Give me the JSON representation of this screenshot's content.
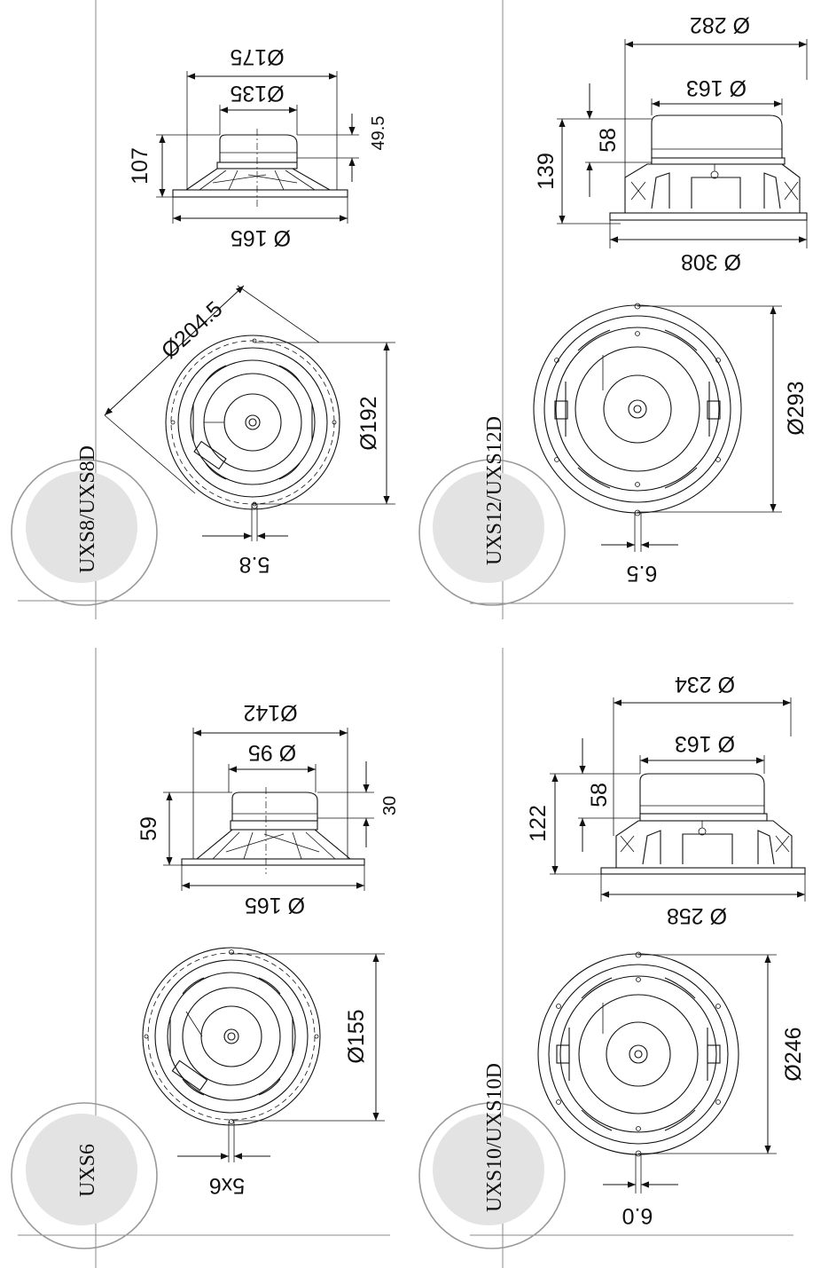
{
  "models": [
    {
      "id": "uxs8",
      "label": "UXS8/UXS8D",
      "dims": {
        "outer": "Ø175",
        "magnet": "Ø135",
        "height": "107",
        "magnet_h": "49.5",
        "bottom": "Ø 165",
        "diag": "Ø204.5",
        "bolt_circle": "Ø192",
        "hole": "5.8"
      }
    },
    {
      "id": "uxs12",
      "label": "UXS12/UXS12D",
      "dims": {
        "outer": "Ø 282",
        "magnet": "Ø 163",
        "height": "139",
        "magnet_h": "58",
        "bottom": "Ø 308",
        "bolt_circle": "Ø293",
        "hole": "6.5"
      }
    },
    {
      "id": "uxs6",
      "label": "UXS6",
      "dims": {
        "outer": "Ø142",
        "magnet": "Ø 95",
        "height": "59",
        "magnet_h": "30",
        "bottom": "Ø 165",
        "bolt_circle": "Ø155",
        "hole": "5x6"
      }
    },
    {
      "id": "uxs10",
      "label": "UXS10/UXS10D",
      "dims": {
        "outer": "Ø 234",
        "magnet": "Ø 163",
        "height": "122",
        "magnet_h": "58",
        "bottom": "Ø 258",
        "bolt_circle": "Ø246",
        "hole": "6.0"
      }
    }
  ]
}
